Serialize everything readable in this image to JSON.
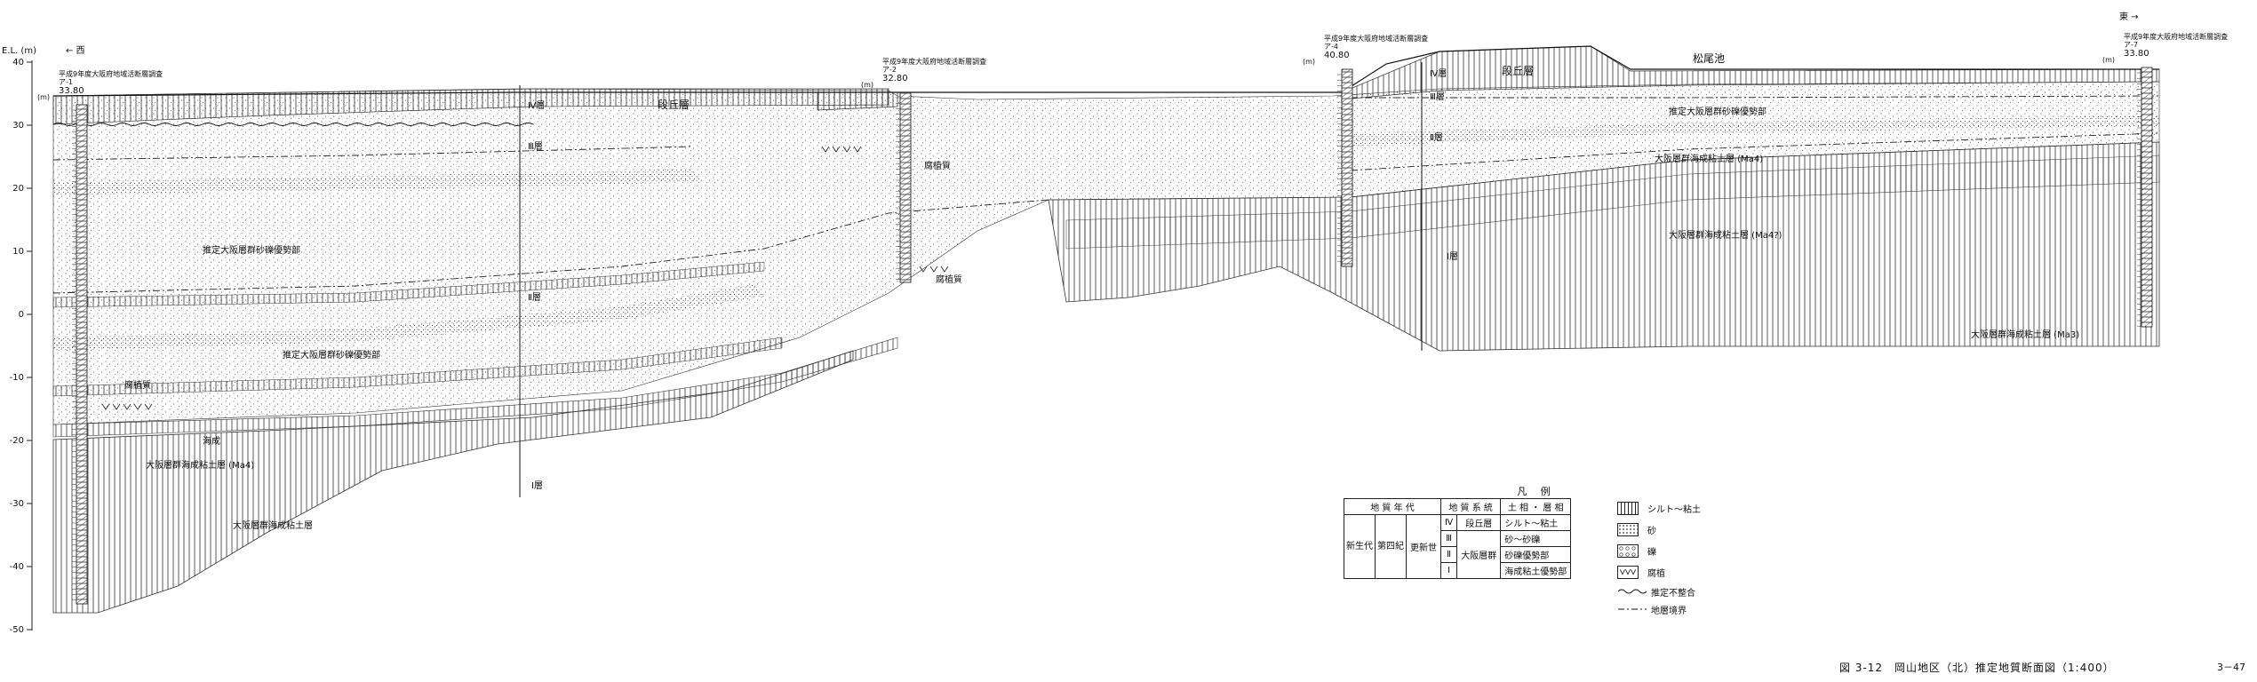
{
  "elevation_axis": {
    "unit_label": "E.L. (m)",
    "west_label": "← 西",
    "east_label": "東 →",
    "ticks": [
      "40",
      "30",
      "20",
      "10",
      "0",
      "-10",
      "-20",
      "-30",
      "-40",
      "-50"
    ]
  },
  "boreholes": [
    {
      "name": "ア-1",
      "survey": "平成9年度大阪府地域活断層調査",
      "elevation": "33.80",
      "unit": "(m)"
    },
    {
      "name": "ア-2",
      "survey": "平成9年度大阪府地域活断層調査",
      "elevation": "32.80",
      "unit": "(m)"
    },
    {
      "name": "ア-4",
      "survey": "平成9年度大阪府地域活断層調査",
      "elevation": "40.80",
      "unit": "(m)"
    },
    {
      "name": "ア-7",
      "survey": "平成9年度大阪府地域活断層調査",
      "elevation": "33.80",
      "unit": "(m)"
    }
  ],
  "unit_labels": {
    "dankyu_1": "段丘層",
    "dankyu_2": "段丘層",
    "shokuto": "松尾池",
    "sand_gravel_1": "推定大阪層群砂礫優勢部",
    "sand_gravel_2": "推定大阪層群砂礫優勢部",
    "sand_gravel_3": "推定大阪層群砂礫優勢部",
    "humus_1": "腐植質",
    "humus_2": "腐植質",
    "humus_3": "腐植質",
    "kaisei": "海成",
    "ma4_1": "大阪層群海成粘土層 (Ma4)",
    "clay_west": "大阪層群海成粘土層",
    "ma4_2": "大阪層群海成粘土層 (Ma4)",
    "ma4q": "大阪層群海成粘土層 (Ma4?)",
    "ma3": "大阪層群海成粘土層 (Ma3)"
  },
  "layer_marks": {
    "iv_1": "Ⅳ層",
    "iii_1": "Ⅲ層",
    "ii_1": "Ⅱ層",
    "i_1": "Ⅰ層",
    "iv_2": "Ⅳ層",
    "iii_2": "Ⅲ層",
    "ii_2": "Ⅱ層",
    "i_2": "Ⅰ層"
  },
  "legend": {
    "title": "凡 例",
    "headers": [
      "地 質 年 代",
      "地 質 系 統",
      "土 相 ・ 層 相"
    ],
    "era": "新生代",
    "period": "第四紀",
    "epoch": "更新世",
    "rows": [
      {
        "layer": "Ⅳ",
        "system": "段丘層",
        "facies": "シルト～粘土"
      },
      {
        "layer": "Ⅲ",
        "system": "大阪層群",
        "facies": "砂～砂礫"
      },
      {
        "layer": "Ⅱ",
        "system": "",
        "facies": "砂礫優勢部"
      },
      {
        "layer": "Ⅰ",
        "system": "",
        "facies": "海成粘土優勢部"
      }
    ],
    "keys": [
      {
        "symbol": "silt-icon",
        "label": "シルト～粘土"
      },
      {
        "symbol": "sand-icon",
        "label": "砂"
      },
      {
        "symbol": "gravel-icon",
        "label": "礫"
      },
      {
        "symbol": "humus-icon",
        "label": "腐植"
      },
      {
        "symbol": "unconformity-line-icon",
        "label": "推定不整合"
      },
      {
        "symbol": "boundary-line-icon",
        "label": "地層境界"
      }
    ]
  },
  "caption": "図 3-12　岡山地区（北）推定地質断面図（1:400）",
  "page_number": "3－47"
}
